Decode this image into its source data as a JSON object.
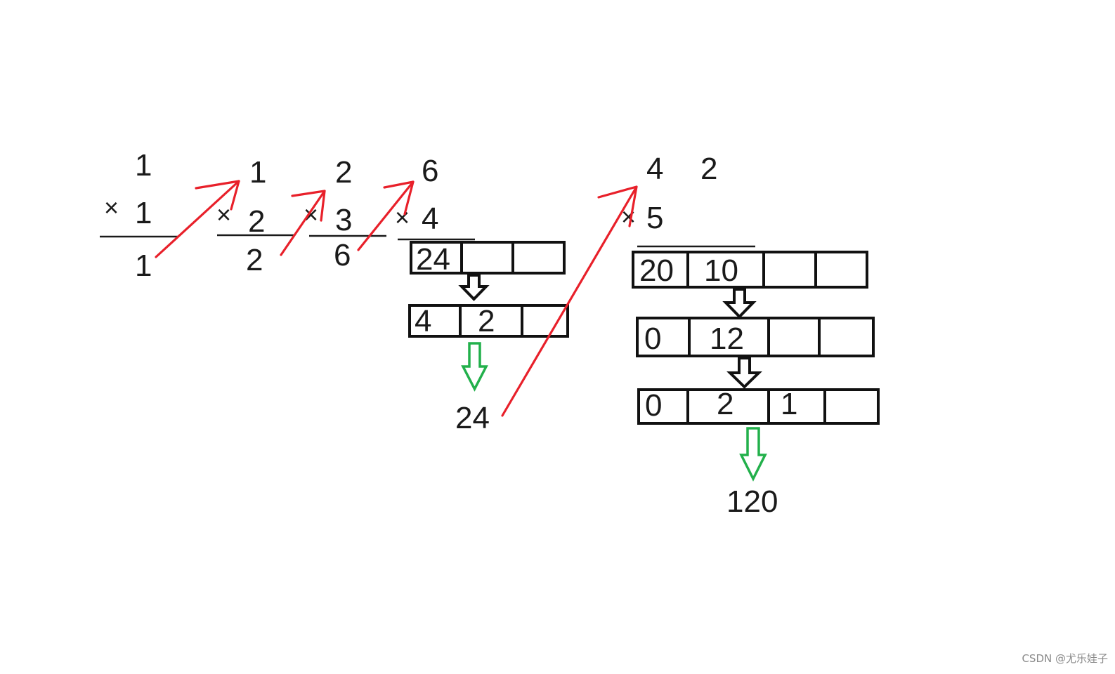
{
  "colors": {
    "ink": "#1a1a1a",
    "red_arrow": "#e8202a",
    "green_arrow": "#22b04b",
    "watermark": "#8a8a8a"
  },
  "steps": [
    {
      "top": "1",
      "op": "×",
      "multiplier": "1",
      "result": "1"
    },
    {
      "top": "1",
      "op": "×",
      "multiplier": "2",
      "result": "2"
    },
    {
      "top": "2",
      "op": "×",
      "multiplier": "3",
      "result": "6"
    },
    {
      "top": "6",
      "op": "×",
      "multiplier": "4"
    },
    {
      "top": [
        "4",
        "2"
      ],
      "op": "×",
      "multiplier": "5"
    }
  ],
  "arrays": {
    "four": {
      "rows": [
        [
          "24",
          "",
          ""
        ],
        [
          "4",
          "2",
          ""
        ]
      ],
      "result": "24"
    },
    "five": {
      "rows": [
        [
          "20",
          "10",
          "",
          ""
        ],
        [
          "0",
          "12",
          "",
          ""
        ],
        [
          "0",
          "2",
          "1",
          ""
        ]
      ],
      "result": "120"
    }
  },
  "watermark": "CSDN @尤乐娃子"
}
